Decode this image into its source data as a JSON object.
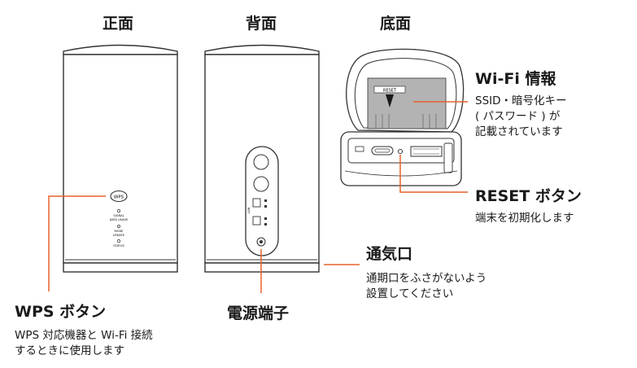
{
  "headers": {
    "front": "正面",
    "back": "背面",
    "bottom": "底面"
  },
  "device_labels": {
    "wps": "WPS",
    "signal": "SIGNAL",
    "data_usage": "DATA USAGE",
    "mode": "MODE",
    "update": "UPDATE",
    "status": "STATUS",
    "reset": "RESET",
    "lan": "LAN"
  },
  "callouts": {
    "wifi_info": {
      "title": "Wi-Fi 情報",
      "desc": [
        "SSID・暗号化キー",
        "( パスワード ) が",
        "記載されています"
      ]
    },
    "reset": {
      "title": "RESET ボタン",
      "desc": [
        "端末を初期化します"
      ]
    },
    "vent": {
      "title": "通気口",
      "desc": [
        "通期口をふさがないよう",
        "設置してください"
      ]
    },
    "power": {
      "title": "電源端子"
    },
    "wps": {
      "title": "WPS ボタン",
      "desc": [
        "WPS 対応機器と Wi-Fi 接続",
        "するときに使用します"
      ]
    }
  },
  "colors": {
    "callout_line": "#e8602c",
    "device_stroke": "#333333",
    "label_panel": "#b3b3b3"
  }
}
